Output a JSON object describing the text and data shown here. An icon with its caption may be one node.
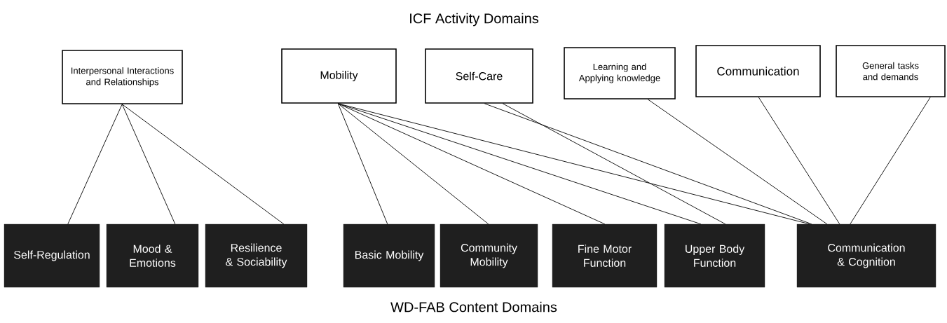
{
  "diagram": {
    "title": "ICF Activity Domains",
    "caption": "WD-FAB Content Domains",
    "nodes": [
      {
        "text": [
          "Interpersonal Interactions and Relationships"
        ]
      },
      {
        "text": [
          "Mobility"
        ]
      },
      {
        "text": [
          "Self-Care"
        ]
      },
      {
        "text": [
          "Learning and Applying knowledge"
        ]
      },
      {
        "text": [
          "Communication"
        ]
      },
      {
        "text": [
          "General tasks and demands"
        ]
      },
      {
        "text": [
          "Self-Regulation"
        ]
      },
      {
        "text": [
          "Mood & Emotions"
        ]
      },
      {
        "text": [
          "Resilience & Sociability"
        ]
      },
      {
        "text": [
          "Basic Mobility"
        ]
      },
      {
        "text": [
          "Community Mobility"
        ]
      },
      {
        "text": [
          "Fine Motor Function"
        ]
      },
      {
        "text": [
          "Upper Body Function"
        ]
      },
      {
        "text": [
          "Communication & Cognition"
        ]
      }
    ],
    "edges": [
      {
        "from": 0,
        "to": 6,
        "arrow": "none"
      },
      {
        "from": 0,
        "to": 7,
        "arrow": "none"
      },
      {
        "from": 0,
        "to": 8,
        "arrow": "none"
      },
      {
        "from": 1,
        "to": 9,
        "arrow": "none"
      },
      {
        "from": 1,
        "to": 10,
        "arrow": "none"
      },
      {
        "from": 1,
        "to": 11,
        "arrow": "none"
      },
      {
        "from": 1,
        "to": 12,
        "arrow": "none"
      },
      {
        "from": 1,
        "to": 13,
        "arrow": "none"
      },
      {
        "from": 2,
        "to": 12,
        "arrow": "none"
      },
      {
        "from": 2,
        "to": 13,
        "arrow": "none"
      },
      {
        "from": 3,
        "to": 13,
        "arrow": "none"
      },
      {
        "from": 4,
        "to": 13,
        "arrow": "none"
      },
      {
        "from": 5,
        "to": 13,
        "arrow": "none"
      }
    ]
  }
}
